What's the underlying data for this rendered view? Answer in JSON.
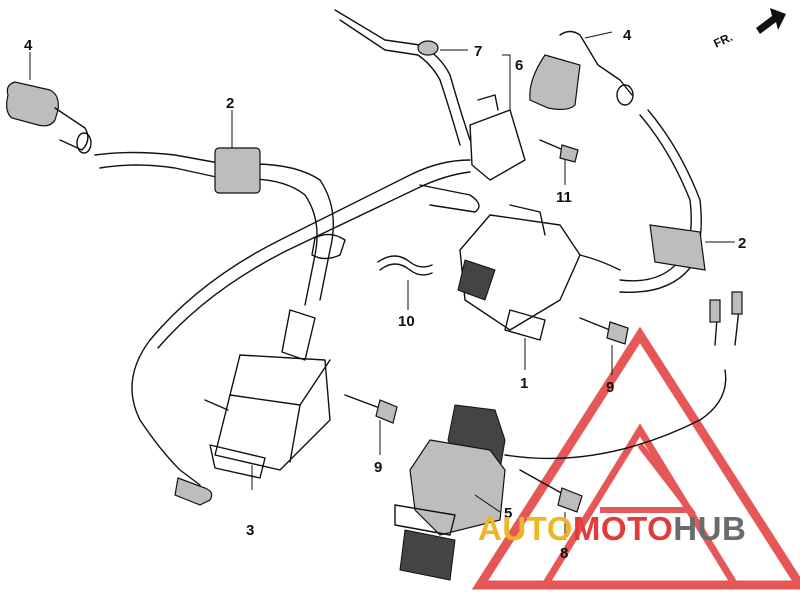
{
  "direction_indicator": {
    "label": "FR."
  },
  "callouts": {
    "plug_cap_left": "4",
    "grommet_left": "2",
    "ignition_coil_unit": "3",
    "grommet_right": "7",
    "igniter": "6",
    "plug_cap_right": "4",
    "bolt_11": "11",
    "grommet_far_right": "2",
    "pulser_coil": "1",
    "clamp": "10",
    "bolt_9_right": "9",
    "bolt_9_left": "9",
    "exciter_coil": "5",
    "bolt_8": "8"
  },
  "watermark": {
    "part1": "AUTO",
    "part2": "MOTO",
    "part3": "HUB",
    "colors": {
      "auto": "#f0b429",
      "moto": "#e23b3b",
      "hub": "#6b6b6b",
      "triangle": "#e23b3b"
    }
  }
}
